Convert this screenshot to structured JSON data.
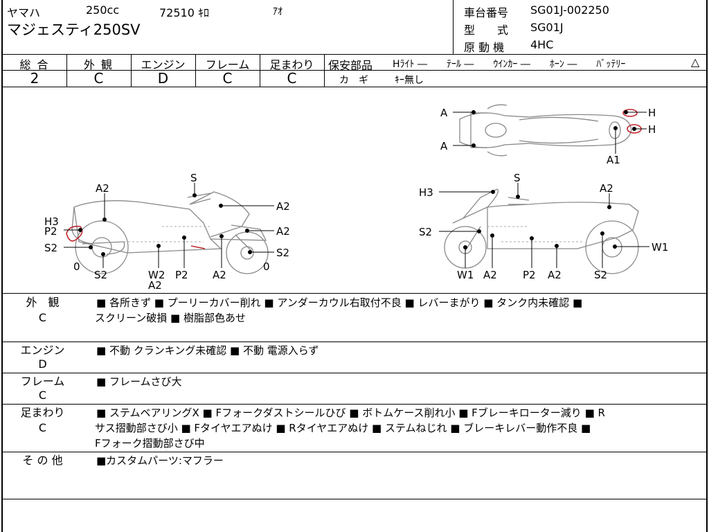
{
  "header": {
    "maker": "ヤマハ",
    "displacement": "250cc",
    "mileage": "72510 ｷﾛ",
    "color": "ｱｵ",
    "model_name": "マジェスティ250SV",
    "frame_no_label": "車台番号",
    "frame_no": "SG01J-002250",
    "type_label": "型　　式",
    "type_value": "SG01J",
    "engine_label": "原 動 機",
    "engine_value": "4HC"
  },
  "grades": {
    "total_label": "総 合",
    "total": "2",
    "exterior_label": "外 観",
    "exterior": "C",
    "engine_label": "エンジン",
    "engine": "D",
    "frame_label": "フレーム",
    "frame": "C",
    "suspension_label": "足まわり",
    "suspension": "C"
  },
  "safety": {
    "label": "保安部品",
    "items": "Hﾗｲﾄ ―　　ﾃｰﾙ ―　　ｳｲﾝｶｰ ―　　ﾎｰﾝ ―　　ﾊﾞｯﾃﾘｰ",
    "triangle": "△",
    "key_label": "カ　ギ",
    "key_value": "ｷｰ無し"
  },
  "diagram": {
    "top": {
      "a1": "A",
      "a2": "A",
      "h1": "H",
      "h2": "H",
      "a1b": "A1"
    },
    "left": {
      "s": "S",
      "a2_top": "A2",
      "a2_mid": "A2",
      "a2_right": "A2",
      "h3": "H3",
      "p2": "P2",
      "s2": "S2",
      "s2_right": "S2",
      "zero_l": "0",
      "zero_r": "0",
      "s2_bottom": "S2",
      "w2": "W2",
      "a2_b1": "A2",
      "p2_b": "P2",
      "a2_b2": "A2"
    },
    "right": {
      "s": "S",
      "h3": "H3",
      "a2_top": "A2",
      "s2": "S2",
      "w1": "W1",
      "w1_b": "W1",
      "a2_b1": "A2",
      "p2_b": "P2",
      "a2_b2": "A2",
      "s2_b": "S2"
    }
  },
  "notes": {
    "exterior": {
      "label": "外　観",
      "grade": "C",
      "line1": "■ 各所きず ■ プーリーカバー削れ ■ アンダーカウル右取付不良 ■ レバーまがり ■ タンク内未確認 ■",
      "line2": "スクリーン破損 ■ 樹脂部色あせ"
    },
    "engine": {
      "label": "エンジン",
      "grade": "D",
      "line1": "■ 不動 クランキング未確認 ■ 不動 電源入らず"
    },
    "frame": {
      "label": "フレーム",
      "grade": "C",
      "line1": "■ フレームさび大"
    },
    "suspension": {
      "label": "足まわり",
      "grade": "C",
      "line1": "■ ステムベアリングX ■ Fフォークダストシールひび ■ ボトムケース削れ小 ■ Fブレーキローター減り ■ R",
      "line2": "サス摺動部さび小 ■ Fタイヤエアぬけ ■ Rタイヤエアぬけ ■ ステムねじれ ■ ブレーキレバー動作不良 ■",
      "line3": "Fフォーク摺動部さび中"
    },
    "other": {
      "label": "そ の 他",
      "line1": "■カスタムパーツ:マフラー"
    }
  }
}
